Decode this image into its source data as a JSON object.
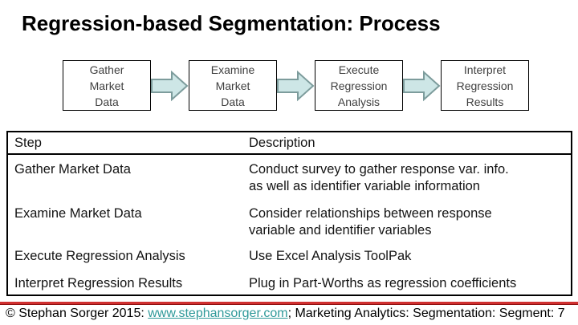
{
  "slide": {
    "title": "Regression-based Segmentation: Process",
    "background_color": "#ffffff"
  },
  "flow": {
    "steps": [
      {
        "label": "Gather\nMarket\nData"
      },
      {
        "label": "Examine\nMarket\nData"
      },
      {
        "label": "Execute\nRegression\nAnalysis"
      },
      {
        "label": "Interpret\nRegression\nResults"
      }
    ],
    "arrow_fill": "#cde6e6",
    "arrow_border": "#7d9c9c"
  },
  "table": {
    "headers": {
      "step": "Step",
      "description": "Description"
    },
    "rows": [
      {
        "step": "Gather Market Data",
        "description": "Conduct survey to gather response var. info.\nas well as identifier variable information"
      },
      {
        "step": "Examine Market Data",
        "description": "Consider relationships between response\nvariable and identifier variables"
      },
      {
        "step": "Execute Regression Analysis",
        "description": "Use Excel Analysis ToolPak"
      },
      {
        "step": "Interpret Regression Results",
        "description": "Plug in Part-Worths as regression coefficients"
      }
    ]
  },
  "footer": {
    "divider_color": "#cc1414",
    "copyright_prefix": "© Stephan Sorger 2015: ",
    "link_text": "www.stephansorger.com",
    "link_color": "#2e9999",
    "suffix": "; Marketing Analytics: Segmentation: Segment: 7"
  }
}
